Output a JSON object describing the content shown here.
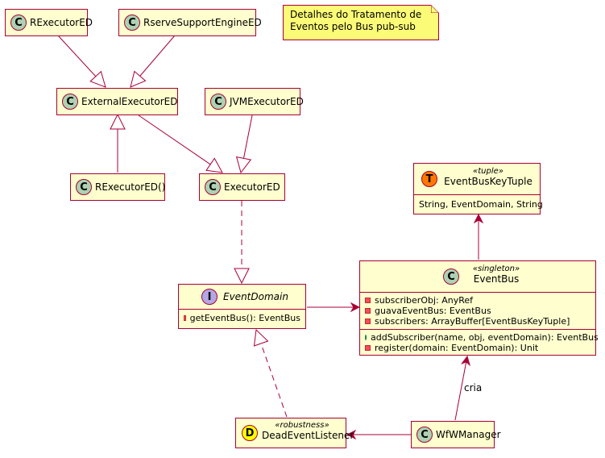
{
  "note": {
    "line1": "Detalhes do Tratamento de",
    "line2": "Eventos pelo Bus pub-sub"
  },
  "classes": {
    "rexecutor_ed": {
      "name": "RExecutorED",
      "icon": "C"
    },
    "rserve_support_engine_ed": {
      "name": "RserveSupportEngineED",
      "icon": "C"
    },
    "external_executor_ed": {
      "name": "ExternalExecutorED",
      "icon": "C"
    },
    "jvm_executor_ed": {
      "name": "JVMExecutorED",
      "icon": "C"
    },
    "rexecutor_ed_obj": {
      "name": "RExecutorED()",
      "icon": "C"
    },
    "executor_ed": {
      "name": "ExecutorED",
      "icon": "C"
    },
    "wfw_manager": {
      "name": "WfWManager",
      "icon": "C"
    }
  },
  "event_bus_key_tuple": {
    "icon": "T",
    "stereotype": "«tuple»",
    "name": "EventBusKeyTuple",
    "fields": [
      "String, EventDomain, String"
    ]
  },
  "event_bus": {
    "icon": "C",
    "stereotype": "«singleton»",
    "name": "EventBus",
    "fields": [
      "subscriberObj: AnyRef",
      "guavaEventBus: EventBus",
      "subscribers: ArrayBuffer[EventBusKeyTuple]"
    ],
    "methods": [
      {
        "vis": "public",
        "text": "addSubscriber(name, obj, eventDomain): EventBus"
      },
      {
        "vis": "private",
        "text": "register(domain: EventDomain): Unit"
      }
    ]
  },
  "event_domain": {
    "icon": "I",
    "name": "EventDomain",
    "methods": [
      "getEventBus(): EventBus"
    ]
  },
  "dead_event_listener": {
    "icon": "D",
    "stereotype": "«robustness»",
    "name": "DeadEventListener"
  },
  "edge_labels": {
    "cria": "cria"
  },
  "colors": {
    "box_fill": "#fefece",
    "border": "#a80036",
    "note_fill": "#fbfb77",
    "class_icon": "#add1b2",
    "interface_icon": "#b4a7e5",
    "tuple_icon": "#ff7700",
    "robustness_icon": "#ffff00"
  }
}
